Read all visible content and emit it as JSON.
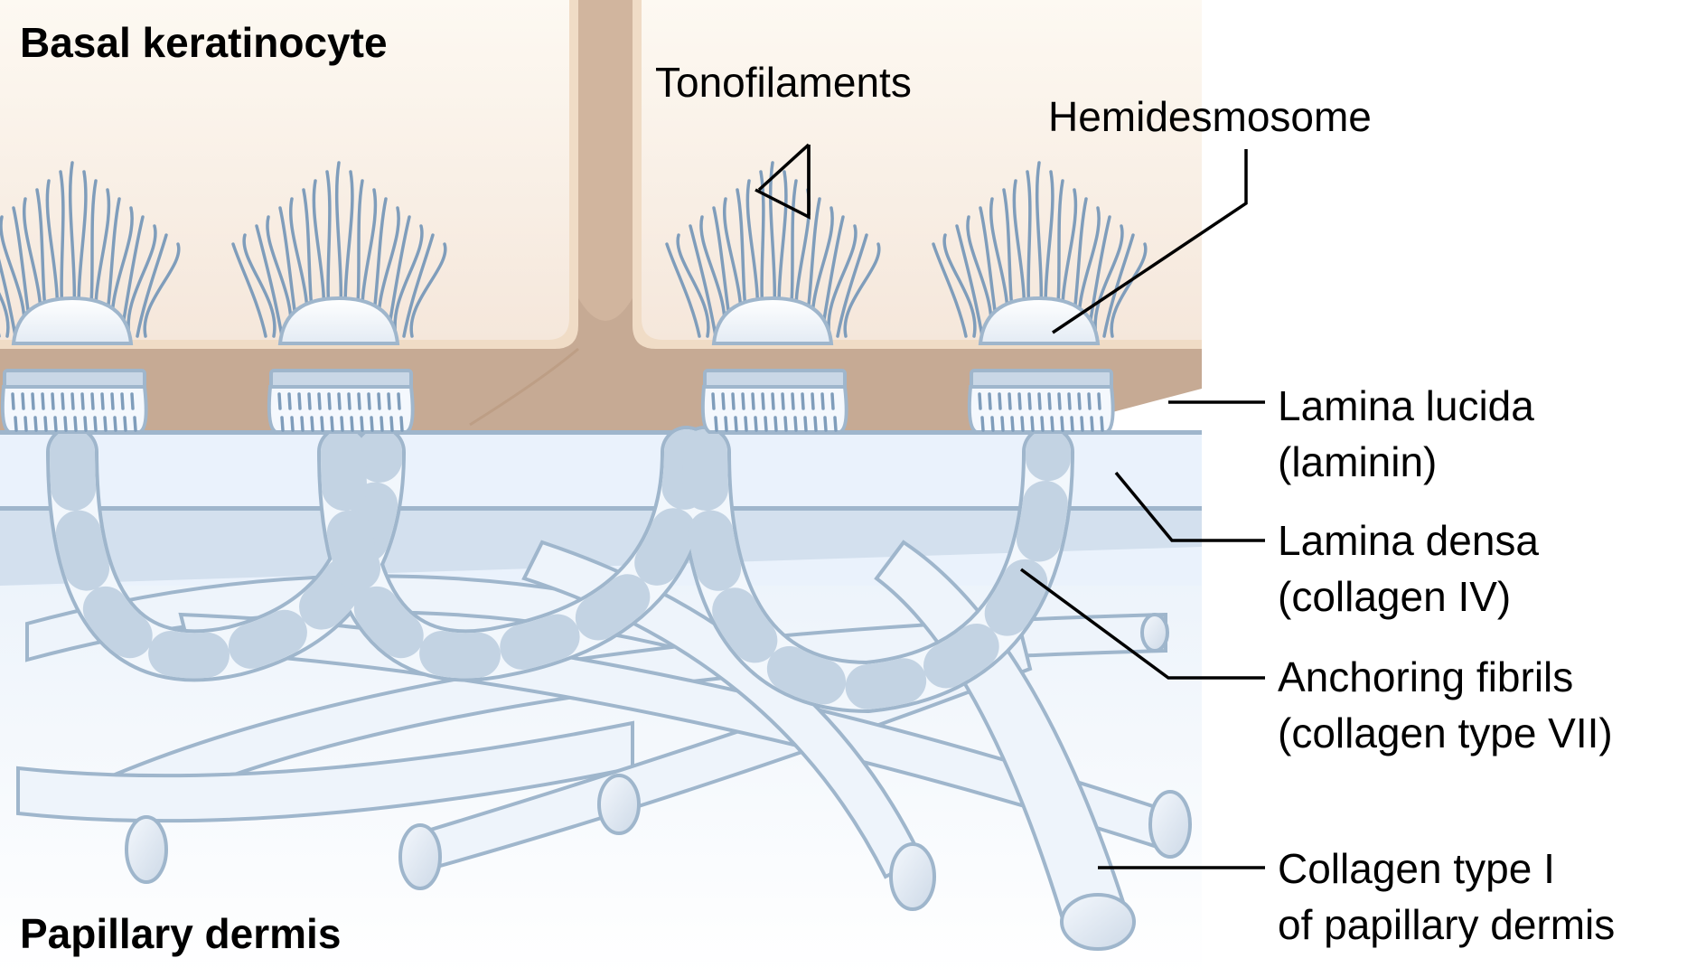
{
  "title_labels": {
    "top": "Basal keratinocyte",
    "bottom": "Papillary dermis"
  },
  "labels": {
    "tonofilaments": "Tonofilaments",
    "hemidesmosome": "Hemidesmosome",
    "lamina_lucida": {
      "line1": "Lamina lucida",
      "line2": "(laminin)"
    },
    "lamina_densa": {
      "line1": "Lamina densa",
      "line2": "(collagen IV)"
    },
    "anchoring_fibrils": {
      "line1": "Anchoring fibrils",
      "line2": "(collagen type VII)"
    },
    "collagen_type_i": {
      "line1": "Collagen type I",
      "line2": "of papillary dermis"
    }
  },
  "colors": {
    "cytoplasm": "#f7ede3",
    "membrane": "#d2b49c",
    "membrane_light": "#f0dcc6",
    "basal_band": "#c6aa94",
    "filament": "#7f9dbb",
    "lamina_line": "#9fb6cc",
    "lamina_lucida": "#eaf2fc",
    "lamina_densa": "#d3e0ee",
    "fibril_fill": "#eef4fb",
    "fibril_band": "#c3d3e3",
    "leader": "#000000"
  }
}
